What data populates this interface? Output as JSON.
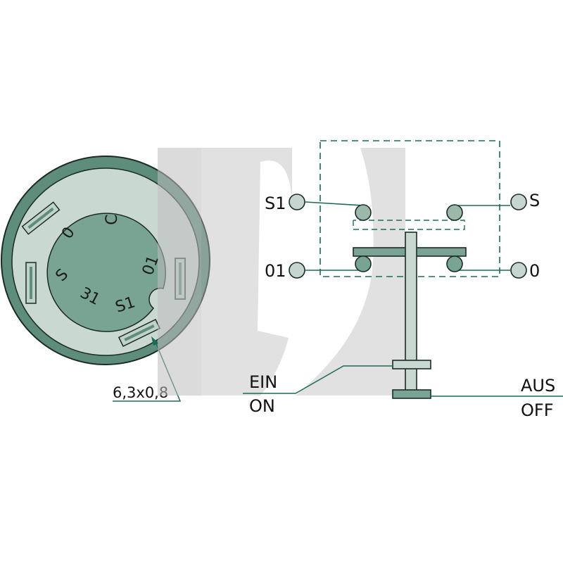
{
  "colors": {
    "outer_ring": "#5e8d7c",
    "plate": "#c9d9d2",
    "inner_disc": "#79a493",
    "tab_fill": "#c0d3cb",
    "stroke": "#1b2a25",
    "leader": "#1c6b5a",
    "dashed": "#1c6b5a",
    "contact": "#9bb8ab",
    "terminal": "#c6d6cf",
    "watermark": "#bdbdbd"
  },
  "connector": {
    "terminal_labels": {
      "c": "C",
      "zero": "0",
      "zero_one": "01",
      "s": "S",
      "thirty_one": "31",
      "s1": "S1"
    },
    "dimension_label": "6,3x0,8"
  },
  "schematic": {
    "terminals": {
      "s1": "S1",
      "s": "S",
      "zero_one": "01",
      "zero": "0"
    },
    "position_on": {
      "de": "EIN",
      "en": "ON"
    },
    "position_off": {
      "de": "AUS",
      "en": "OFF"
    }
  }
}
